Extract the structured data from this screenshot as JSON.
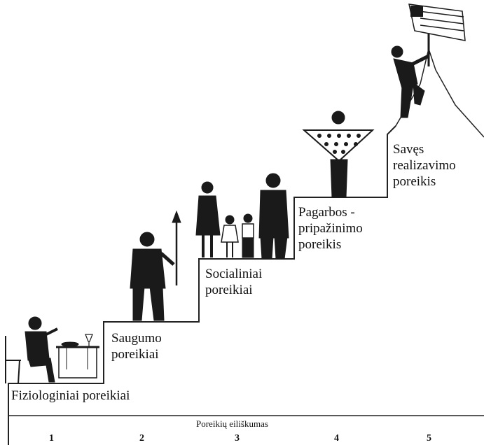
{
  "steps": [
    {
      "number": "1",
      "label_lines": [
        "Fiziologiniai poreikiai"
      ],
      "figure": "diner-at-table-icon"
    },
    {
      "number": "2",
      "label_lines": [
        "Saugumo",
        "poreikiai"
      ],
      "figure": "man-with-spear-icon"
    },
    {
      "number": "3",
      "label_lines": [
        "Socialiniai",
        "poreikiai"
      ],
      "figure": "family-icon"
    },
    {
      "number": "4",
      "label_lines": [
        "Pagarbos -",
        "pripažinimo",
        "poreikis"
      ],
      "figure": "man-with-banner-icon"
    },
    {
      "number": "5",
      "label_lines": [
        "Savęs",
        "realizavimo",
        "poreikis"
      ],
      "figure": "climber-with-flag-icon"
    }
  ],
  "axis": {
    "title": "Poreikių eiliškumas",
    "numbers": [
      "1",
      "2",
      "3",
      "4",
      "5"
    ]
  },
  "colors": {
    "line": "#222222",
    "figure": "#1a1a1a",
    "background": "#ffffff"
  }
}
